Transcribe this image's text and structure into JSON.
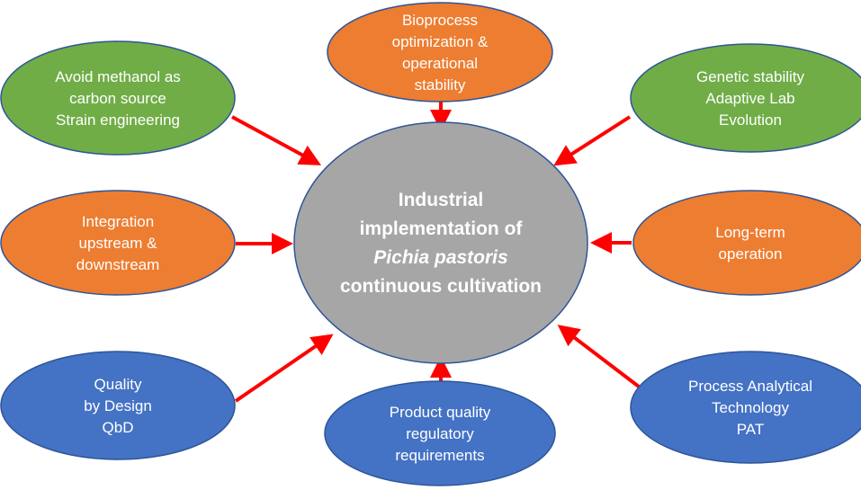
{
  "colors": {
    "green": "#70ad47",
    "orange": "#ed7d31",
    "blue": "#4472c4",
    "center": "#a6a6a6",
    "arrow": "#ff0000",
    "border": "#2f5597"
  },
  "center": {
    "lines": [
      "Industrial",
      "implementation of",
      "Pichia pastoris",
      "continuous cultivation"
    ],
    "italic_line_index": 2
  },
  "nodes": [
    {
      "id": "strain-engineering",
      "color": "green",
      "lines": [
        "Avoid methanol as",
        "carbon source",
        "Strain engineering"
      ]
    },
    {
      "id": "bioprocess-optimization",
      "color": "orange",
      "lines": [
        "Bioprocess",
        "optimization &",
        "operational",
        "stability"
      ]
    },
    {
      "id": "genetic-stability",
      "color": "green",
      "lines": [
        "Genetic stability",
        "Adaptive Lab",
        "Evolution"
      ]
    },
    {
      "id": "integration-upstream-downstream",
      "color": "orange",
      "lines": [
        "Integration",
        "upstream &",
        "downstream"
      ]
    },
    {
      "id": "long-term-operation",
      "color": "orange",
      "lines": [
        "Long-term",
        "operation"
      ]
    },
    {
      "id": "quality-by-design",
      "color": "blue",
      "lines": [
        "Quality",
        "by Design",
        "QbD"
      ]
    },
    {
      "id": "product-quality",
      "color": "blue",
      "lines": [
        "Product quality",
        "regulatory",
        "requirements"
      ]
    },
    {
      "id": "process-analytical-technology",
      "color": "blue",
      "lines": [
        "Process Analytical",
        "Technology",
        "PAT"
      ]
    }
  ]
}
